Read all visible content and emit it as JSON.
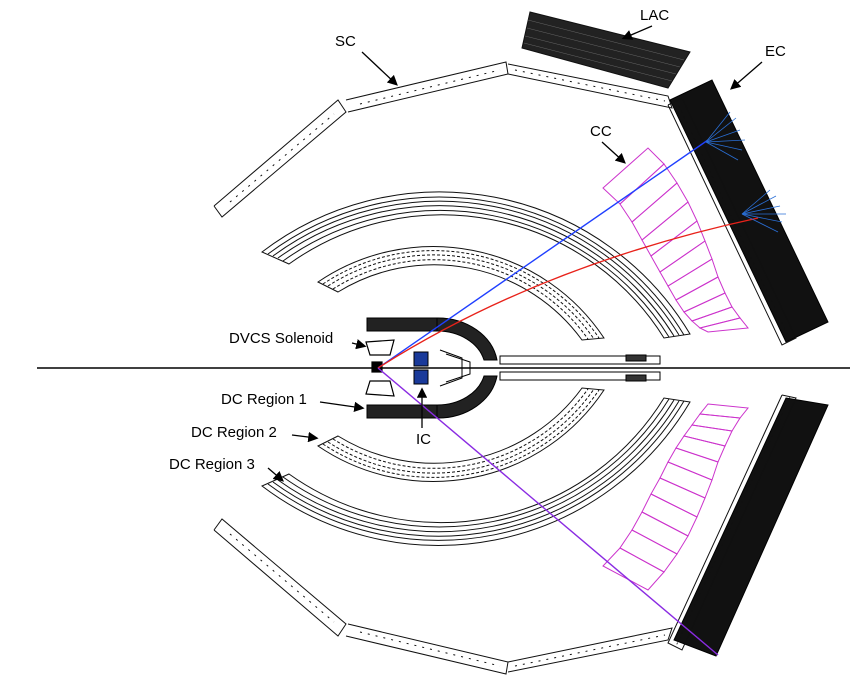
{
  "labels": {
    "lac": "LAC",
    "sc": "SC",
    "ec": "EC",
    "cc": "CC",
    "dvcs_solenoid": "DVCS Solenoid",
    "dc_region_1": "DC Region 1",
    "dc_region_2": "DC Region 2",
    "dc_region_3": "DC Region 3",
    "ic": "IC"
  },
  "colors": {
    "cc": "#cc33cc",
    "track_blue": "#1f3fff",
    "track_red": "#e8221a",
    "track_purple": "#8a2be2",
    "shower": "#2a6fd6",
    "detector": "#111111"
  }
}
